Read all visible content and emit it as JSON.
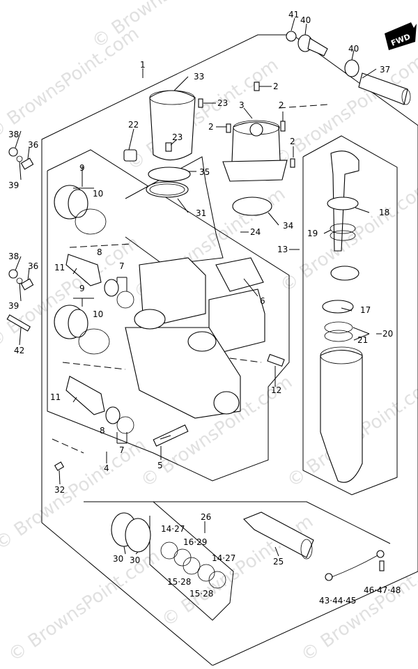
{
  "diagram": {
    "watermark": "© BrownsPoint.com",
    "direction_badge": "FWD",
    "callouts": {
      "c1": "1",
      "c2a": "2",
      "c2b": "2",
      "c2c": "2",
      "c2d": "2",
      "c3": "3",
      "c4": "4",
      "c5": "5",
      "c6": "6",
      "c7a": "7",
      "c7b": "7",
      "c8a": "8",
      "c8b": "8",
      "c9a": "9",
      "c9b": "9",
      "c10a": "10",
      "c10b": "10",
      "c11a": "11",
      "c11b": "11",
      "c12": "12",
      "c13": "13",
      "c17": "17",
      "c18": "18",
      "c19": "19",
      "c20": "20",
      "c21": "21",
      "c22": "22",
      "c23a": "23",
      "c23b": "23",
      "c24": "24",
      "c25": "25",
      "c26": "26",
      "c30a": "30",
      "c30b": "30",
      "c31": "31",
      "c32": "32",
      "c33": "33",
      "c34": "34",
      "c35": "35",
      "c36a": "36",
      "c36b": "36",
      "c37": "37",
      "c38a": "38",
      "c38b": "38",
      "c39a": "39",
      "c39b": "39",
      "c40a": "40",
      "c40b": "40",
      "c41": "41",
      "c42": "42",
      "c1427a": "14·27",
      "c1427b": "14·27",
      "c1629": "16·29",
      "c1528a": "15·28",
      "c1528b": "15·28",
      "c434445": "43·44·45",
      "c464748": "46·47·48"
    }
  }
}
